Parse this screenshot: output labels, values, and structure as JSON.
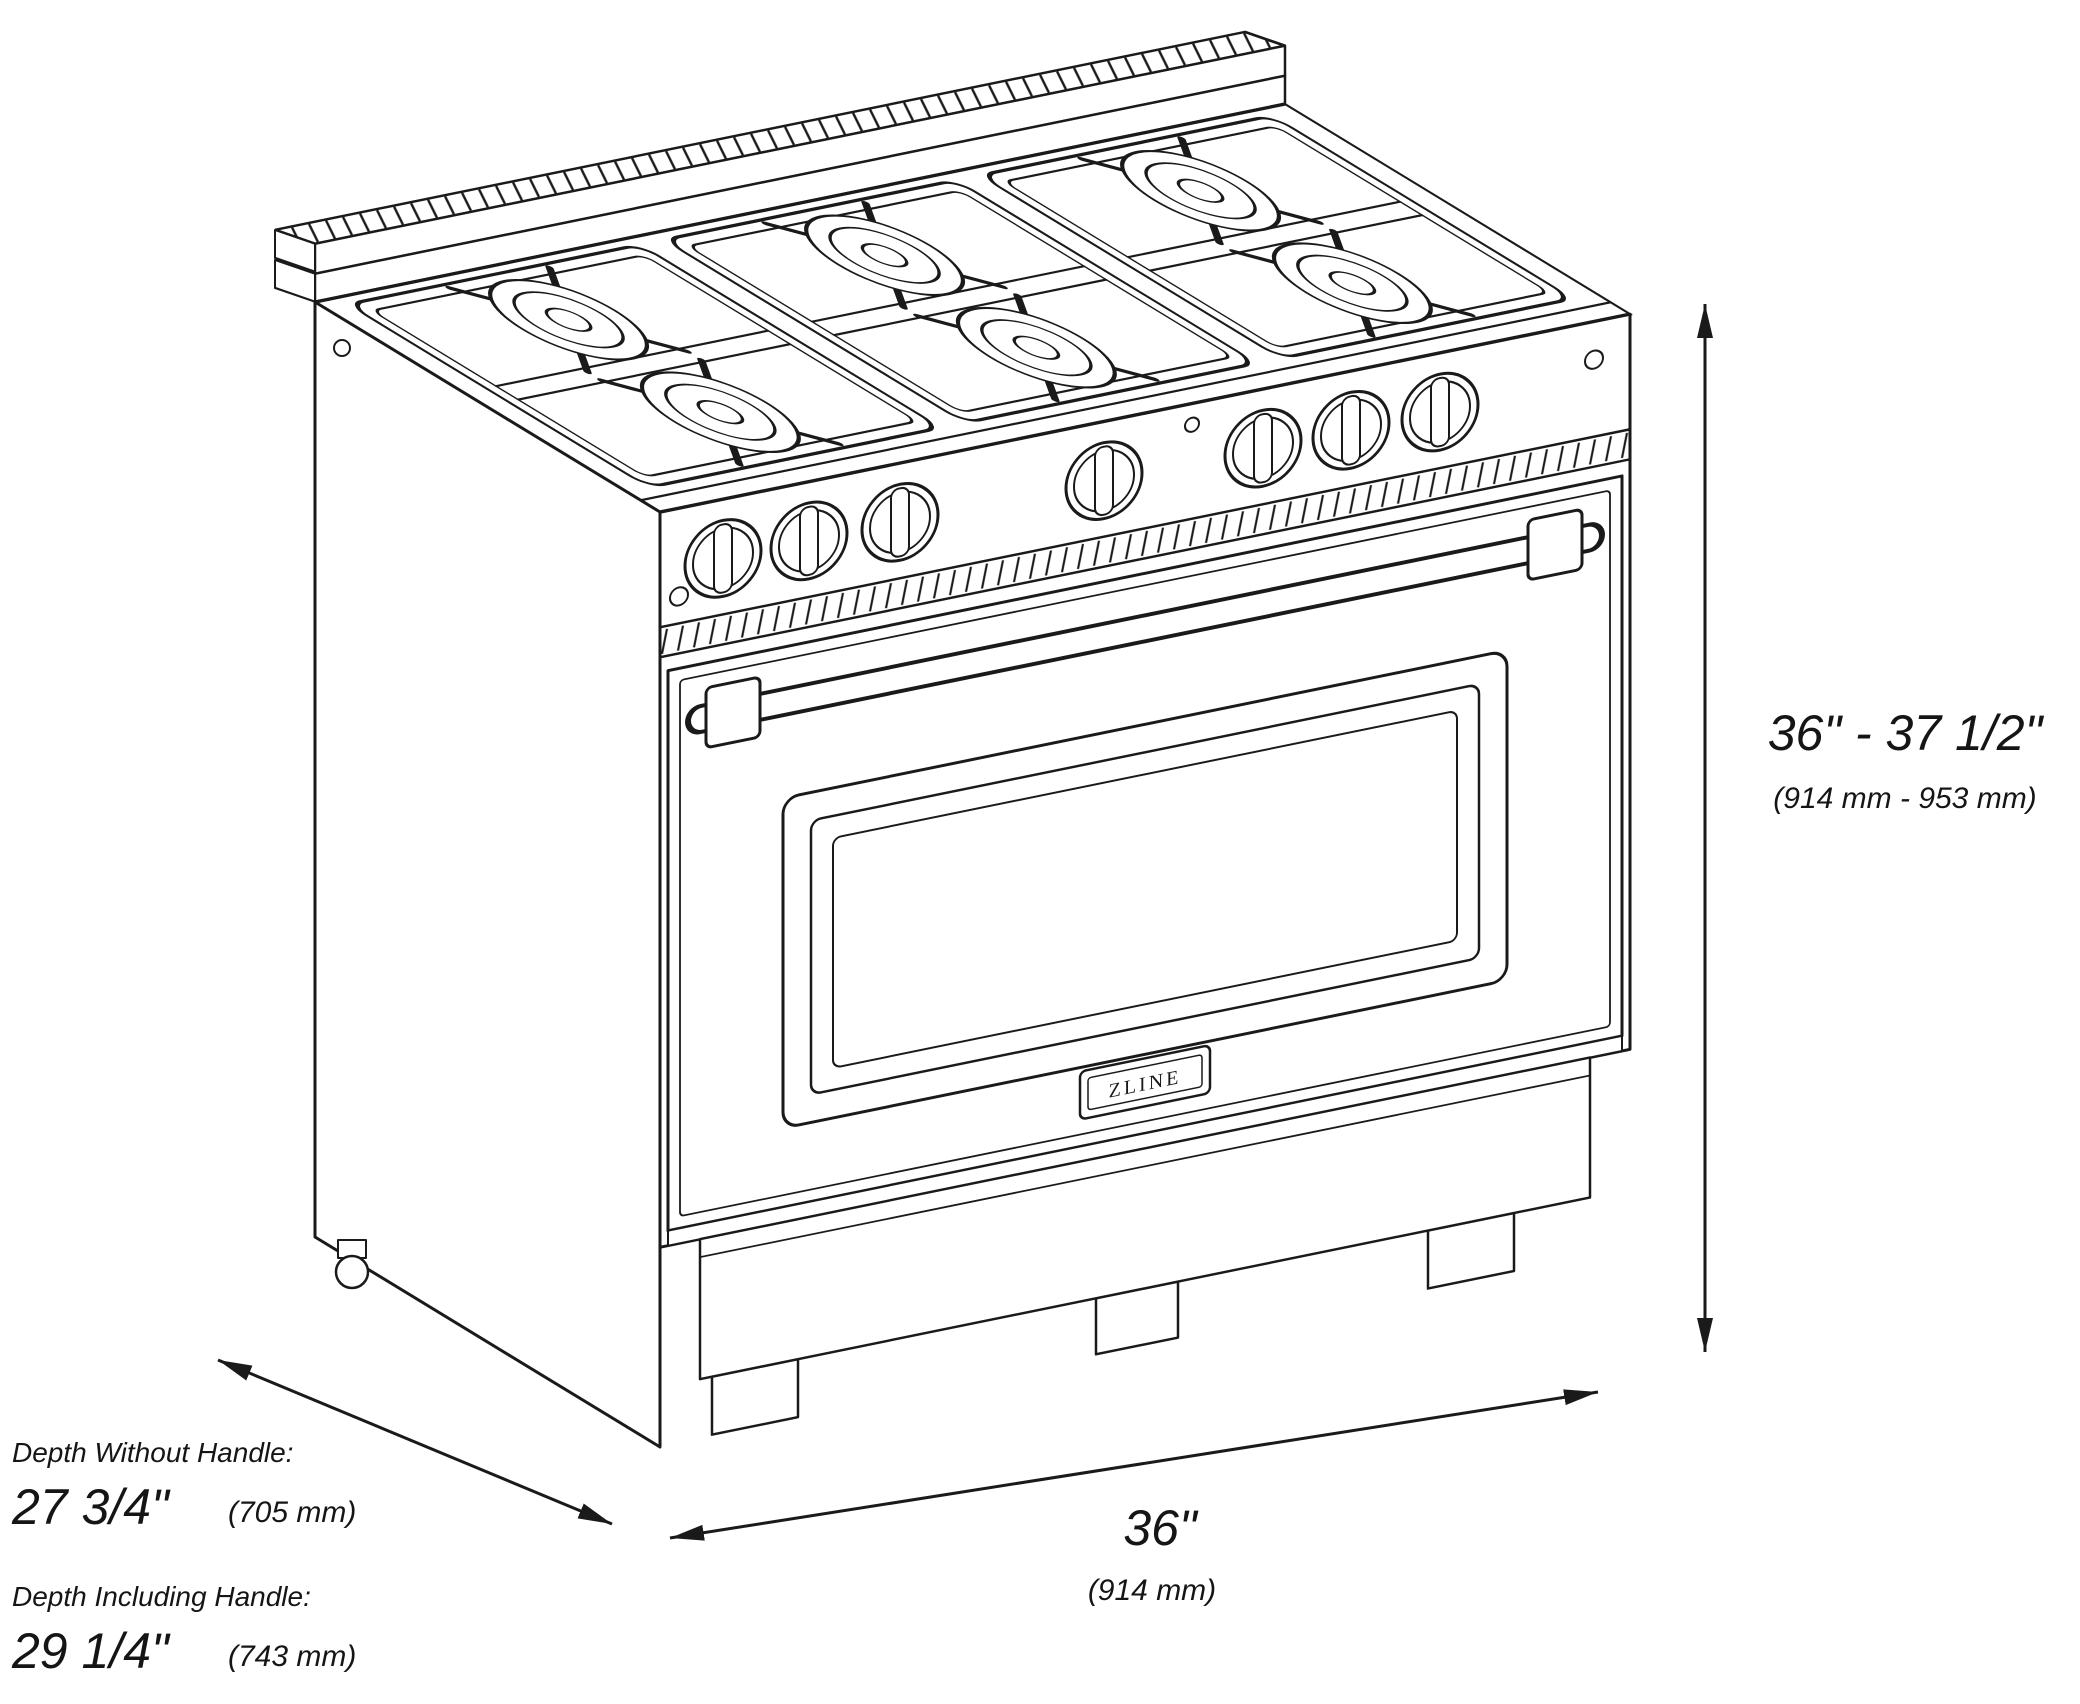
{
  "illustration": {
    "badge": "ZLINE"
  },
  "dimensions": {
    "height": {
      "value": "36\" - 37 1/2\"",
      "metric": "(914 mm - 953 mm)"
    },
    "width": {
      "value": "36\"",
      "metric": "(914 mm)"
    },
    "depth_without_handle": {
      "label": "Depth Without Handle:",
      "value": "27 3/4\"",
      "metric": "(705 mm)"
    },
    "depth_including_handle": {
      "label": "Depth Including Handle:",
      "value": "29 1/4\"",
      "metric": "(743 mm)"
    }
  }
}
